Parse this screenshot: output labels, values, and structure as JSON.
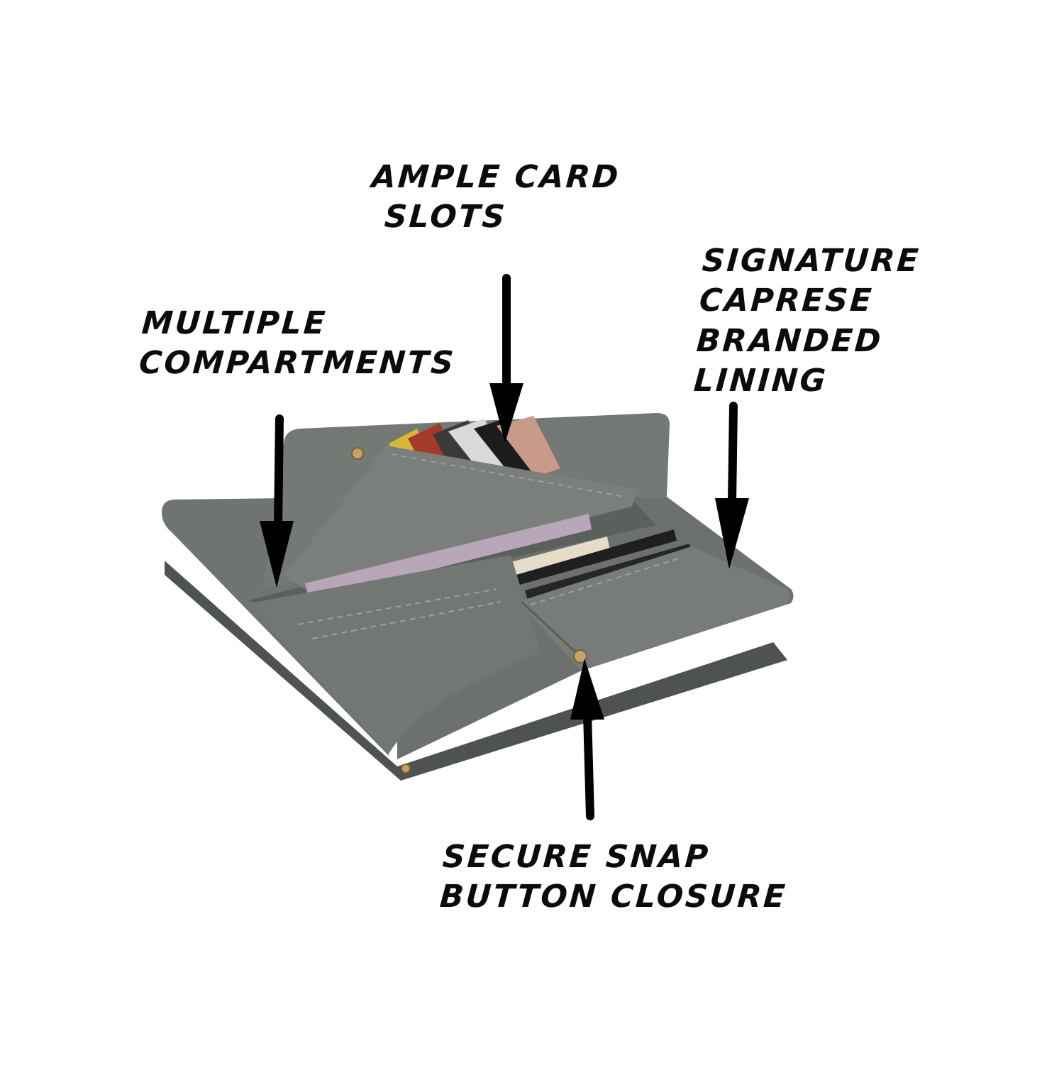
{
  "callouts": {
    "card_slots": [
      "AMPLE CARD",
      "SLOTS"
    ],
    "compartments": [
      "MULTIPLE",
      "COMPARTMENTS"
    ],
    "lining": [
      "SIGNATURE",
      "CAPRESE",
      "BRANDED",
      "LINING"
    ],
    "snap": [
      "SECURE SNAP",
      "BUTTON CLOSURE"
    ]
  },
  "colors": {
    "wallet": "#6f7470",
    "wallet_shadow": "#545956",
    "wallet_light": "#878c88",
    "arrow": "#000000",
    "text": "#0b0b0b",
    "snap_button": "#c8a06a"
  }
}
